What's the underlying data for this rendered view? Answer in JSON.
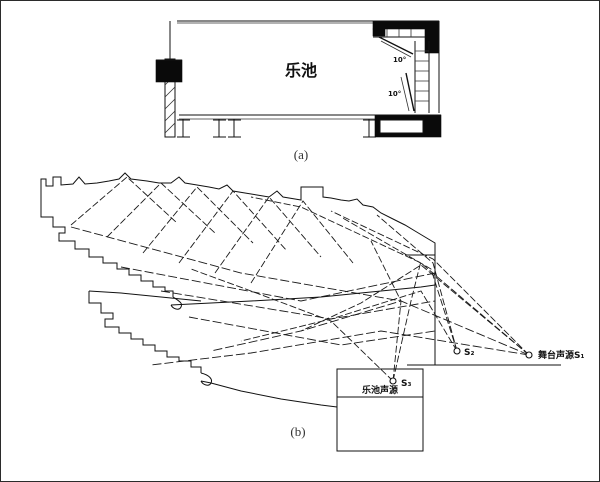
{
  "figure": {
    "panels": [
      {
        "id": "a",
        "caption": "(a)",
        "title": "乐池",
        "angle_labels": [
          "10°",
          "10°"
        ],
        "description": "orchestra-pit-section"
      },
      {
        "id": "b",
        "caption": "(b)",
        "description": "auditorium-section-with-sound-rays",
        "sources": [
          {
            "key": "s1",
            "label": "舞台声源S₁"
          },
          {
            "key": "s2",
            "label": "S₂"
          },
          {
            "key": "s3",
            "label": "S₃"
          }
        ],
        "pit_box_label": "乐池声源"
      }
    ],
    "colors": {
      "ink": "#111111",
      "paper": "#ffffff",
      "border": "#2b2b2b",
      "ray": "#1a1a1a"
    }
  }
}
